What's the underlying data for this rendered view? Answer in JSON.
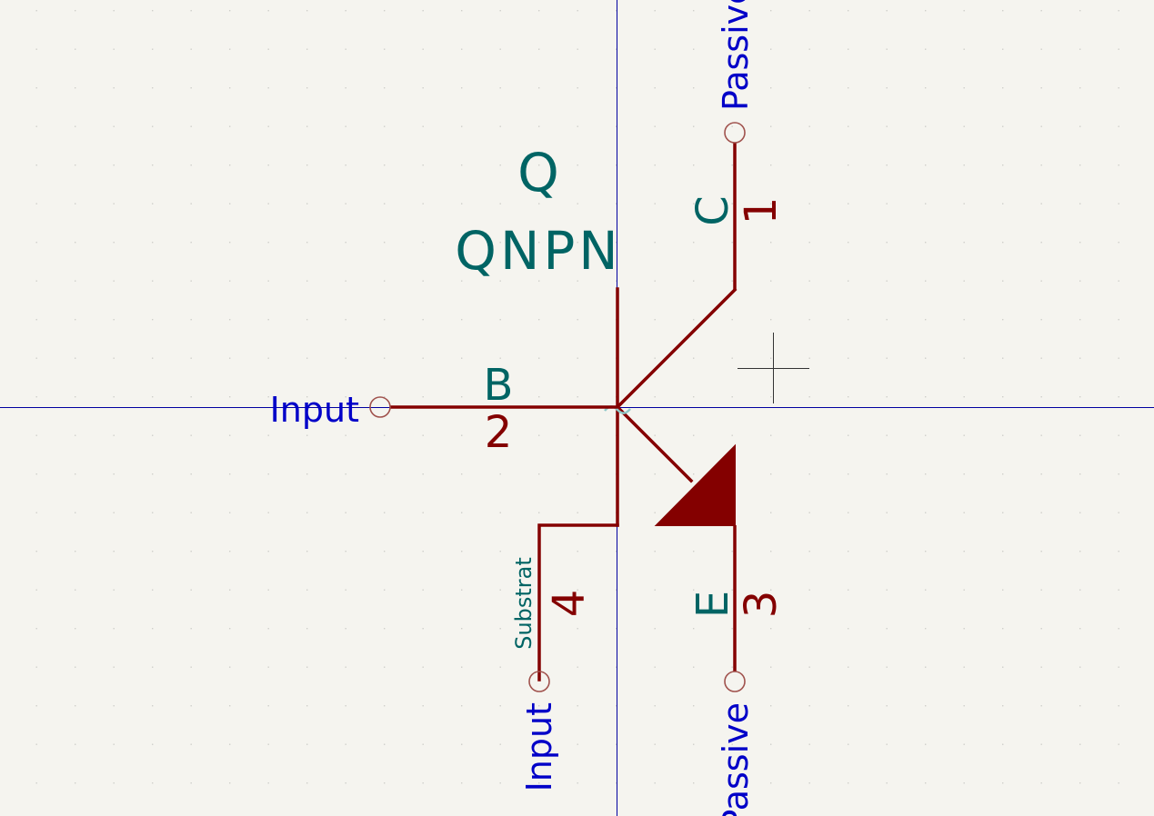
{
  "symbol": {
    "reference": "Q",
    "value": "QNPN"
  },
  "pins": [
    {
      "id": "collector",
      "number": "1",
      "name": "C",
      "type": "Passive"
    },
    {
      "id": "base",
      "number": "2",
      "name": "B",
      "type": "Input"
    },
    {
      "id": "emitter",
      "number": "3",
      "name": "E",
      "type": "Passive"
    },
    {
      "id": "substrate",
      "number": "4",
      "name": "Substrat",
      "type": "Input"
    }
  ],
  "colors": {
    "background": "#f5f4ef",
    "grid_dot": "#c8c8c4",
    "axis": "#0000a0",
    "body": "#840000",
    "pin_end": "#a0524d",
    "text_field": "#006464",
    "electrical_type": "#0000c8",
    "anchor": "#8fc9c9"
  }
}
